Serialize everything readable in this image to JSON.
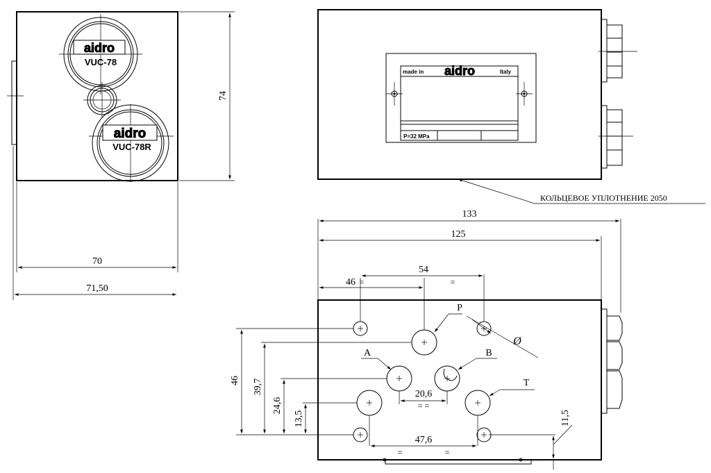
{
  "front_view": {
    "logo_top": "aidro",
    "model_top": "VUC-78",
    "logo_bottom": "aidro",
    "model_bottom": "VUC-78R",
    "dim_height": "74",
    "dim_width_inner": "70",
    "dim_width_outer": "71,50"
  },
  "top_view": {
    "plate_made_in": "made in",
    "plate_brand": "aidro",
    "plate_country": "Italy",
    "plate_pressure": "P=32 MPa",
    "seal_label": "КОЛЬЦЕВОЕ УПЛОТНЕНИЕ 2050"
  },
  "bottom_view": {
    "dim_133": "133",
    "dim_125": "125",
    "dim_54": "54",
    "dim_46_horizontal": "46",
    "dim_46_vertical": "46",
    "dim_39_7": "39,7",
    "dim_24_6": "24,6",
    "dim_13_5": "13,5",
    "dim_20_6": "20,6",
    "dim_47_6": "47,6",
    "dim_11_5": "11,5",
    "port_p": "P",
    "port_a": "A",
    "port_b": "B",
    "port_t": "T",
    "diameter_symbol": "Ø",
    "equal_mark": "="
  }
}
